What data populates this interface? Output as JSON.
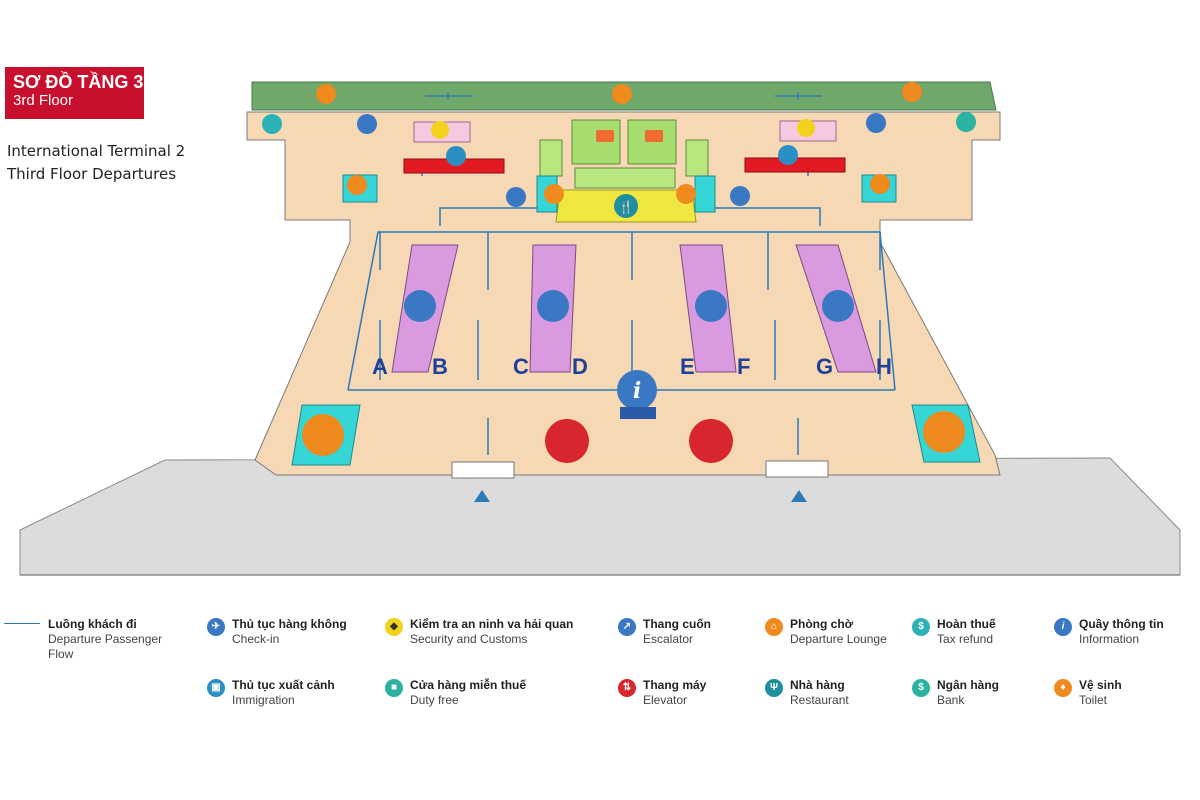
{
  "header": {
    "title_vn": "SƠ ĐỒ TẦNG 3",
    "title_en": "3rd Floor",
    "subtitle_line1": "International Terminal 2",
    "subtitle_line2": "Third Floor Departures"
  },
  "map": {
    "gates": [
      "A",
      "B",
      "C",
      "D",
      "E",
      "F",
      "G",
      "H"
    ],
    "info_glyph": "i",
    "restaurant_glyph": "🍴"
  },
  "legend": {
    "items": [
      {
        "vn": "Luồng khách đi",
        "en": "Departure Passenger Flow",
        "icon": "flow-line",
        "color": "#2a7ab8"
      },
      {
        "vn": "Thủ tục hàng không",
        "en": "Check-in",
        "icon": "check-in-icon",
        "color": "#3a78c4"
      },
      {
        "vn": "Kiểm tra an ninh va hải quan",
        "en": "Security and Customs",
        "icon": "security-icon",
        "color": "#f2d21a"
      },
      {
        "vn": "Thang cuốn",
        "en": "Escalator",
        "icon": "escalator-icon",
        "color": "#3a78c4"
      },
      {
        "vn": "Phòng chờ",
        "en": "Departure Lounge",
        "icon": "lounge-icon",
        "color": "#ef8a1e"
      },
      {
        "vn": "Hoàn thuế",
        "en": "Tax refund",
        "icon": "tax-refund-icon",
        "color": "#2bb2b8"
      },
      {
        "vn": "Quầy thông tin",
        "en": "Information",
        "icon": "info-icon",
        "color": "#3a78c4"
      },
      {
        "vn": "Thủ tục xuất cảnh",
        "en": "Immigration",
        "icon": "immigration-icon",
        "color": "#2b8fc4"
      },
      {
        "vn": "Cửa hàng miễn thuế",
        "en": "Duty free",
        "icon": "duty-free-icon",
        "color": "#2bb2a0"
      },
      {
        "vn": "Thang máy",
        "en": "Elevator",
        "icon": "elevator-icon",
        "color": "#d7262d"
      },
      {
        "vn": "Nhà hàng",
        "en": "Restaurant",
        "icon": "restaurant-icon",
        "color": "#1f8fa0"
      },
      {
        "vn": "Ngân hàng",
        "en": "Bank",
        "icon": "bank-icon",
        "color": "#2bb2a0"
      },
      {
        "vn": "Vệ sinh",
        "en": "Toilet",
        "icon": "toilet-icon",
        "color": "#ef8a1e"
      }
    ]
  },
  "colors": {
    "floor": "#f7d8b5",
    "green_band": "#6fa86a",
    "kerb": "#dcdcdc",
    "checkin_island": "#d99ae0",
    "security_red": "#e21b23",
    "restaurant_yellow": "#f0e840",
    "shop_green": "#a6dd6e",
    "toilet_teal": "#36d6d6",
    "flow_blue": "#2a7ab8",
    "badge_red": "#c8102e"
  }
}
